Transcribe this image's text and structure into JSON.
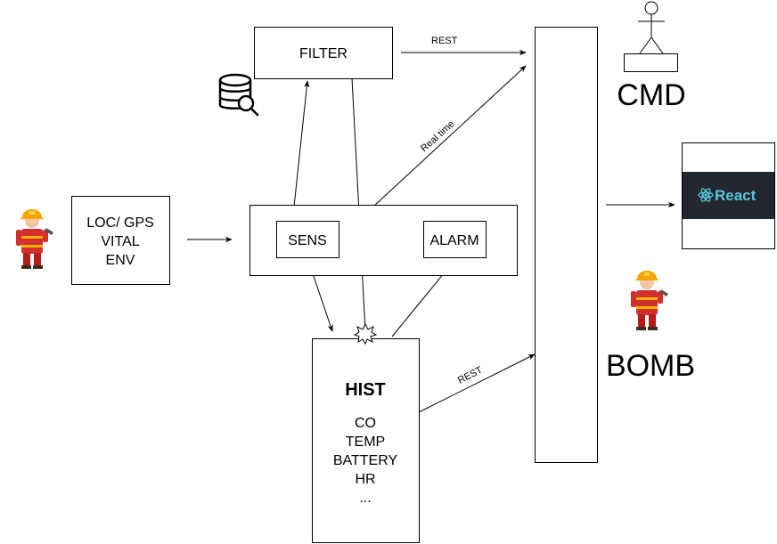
{
  "nodes": {
    "filter": "FILTER",
    "input_lines": [
      "LOC/ GPS",
      "VITAL",
      "ENV"
    ],
    "sens": "SENS",
    "alarm": "ALARM",
    "hist_title": "HIST",
    "hist_lines": [
      "CO",
      "TEMP",
      "BATTERY",
      "HR",
      "..."
    ],
    "cmd": "CMD",
    "bomb": "BOMB",
    "react_logo": "React"
  },
  "edges": {
    "rest_top": "REST",
    "real_time": "Real time",
    "rest_hist": "REST"
  },
  "colors": {
    "react_bg": "#23272f",
    "react_blue": "#58c4dc",
    "suit_red": "#d32f2f",
    "suit_yellow": "#f4b400",
    "helmet": "#f6a400",
    "skin": "#f2c7a5"
  },
  "icons": [
    "firefighter-icon",
    "database-search-icon",
    "stick-figure-icon",
    "explosion-icon",
    "react-logo"
  ]
}
